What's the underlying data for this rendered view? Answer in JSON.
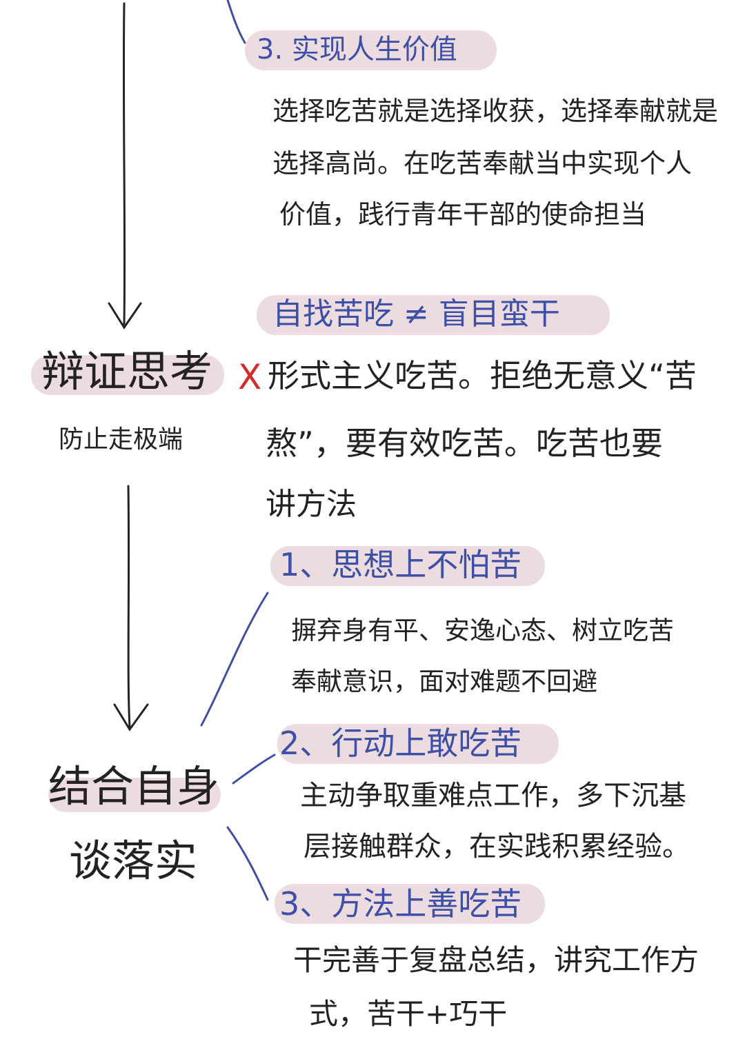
{
  "colors": {
    "highlight": "#ecdcdf",
    "blue_ink": "#3d4fa6",
    "black_ink": "#222222",
    "red_mark": "#d32a2a"
  },
  "section_value": {
    "heading": "3. 实现人生价值",
    "body": [
      "选择吃苦就是选择收获，选择奉献就是",
      "选择高尚。在吃苦奉献当中实现个人",
      "价值，践行青年干部的使命担当"
    ]
  },
  "section_dialectic": {
    "label": "辩证思考",
    "sublabel": "防止走极端",
    "heading": "自找苦吃 ≠ 盲目蛮干",
    "cross_mark": "X",
    "body": [
      "形式主义吃苦。拒绝无意义“苦",
      "熬”，要有效吃苦。吃苦也要",
      "讲方法"
    ]
  },
  "section_practice": {
    "label_lines": [
      "结合自身",
      "谈落实"
    ],
    "items": [
      {
        "heading": "1、思想上不怕苦",
        "body": [
          "摒弃身有平、安逸心态、树立吃苦",
          "奉献意识，面对难题不回避"
        ]
      },
      {
        "heading": "2、行动上敢吃苦",
        "body": [
          "主动争取重难点工作，多下沉基",
          "层接触群众，在实践积累经验。"
        ]
      },
      {
        "heading": "3、方法上善吃苦",
        "body": [
          "干完善于复盘总结，讲究工作方",
          "式，苦干+巧干"
        ]
      }
    ]
  }
}
